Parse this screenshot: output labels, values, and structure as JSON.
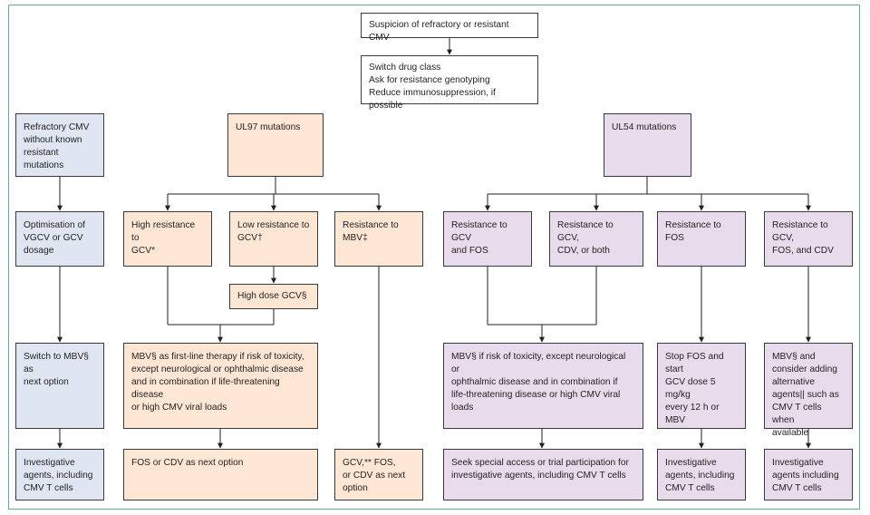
{
  "boxes": {
    "suspicion": "Suspicion of refractory or resistant CMV",
    "switch_class": "Switch drug class\nAsk for resistance genotyping\nReduce immunosuppression, if possible",
    "refractory": "Refractory CMV\nwithout known\nresistant\nmutations",
    "ul97": "UL97 mutations",
    "ul54": "UL54 mutations",
    "optimisation": "Optimisation of\nVGCV or GCV\ndosage",
    "high_res_gcv": "High resistance to\nGCV*",
    "low_res_gcv": "Low resistance to\nGCV†",
    "res_mbv": "Resistance to\nMBV‡",
    "res_gcv_fos": "Resistance to GCV\nand FOS",
    "res_gcv_cdv": "Resistance to GCV,\nCDV, or both",
    "res_fos": "Resistance to FOS",
    "res_gcv_fos_cdv": "Resistance to GCV,\nFOS, and CDV",
    "high_dose": "High dose GCV§",
    "switch_mbv": "Switch to MBV§ as\nnext option",
    "mbv_first_line": "MBV§ as first-line therapy if risk of toxicity,\nexcept neurological or ophthalmic disease\nand in combination if life-threatening disease\nor high CMV viral loads",
    "mbv_risk": "MBV§ if risk of toxicity, except neurological or\nophthalmic disease and in combination if\nlife-threatening disease or high CMV viral\nloads",
    "stop_fos": "Stop FOS and start\nGCV dose 5 mg/kg\nevery 12 h or MBV",
    "mbv_consider": "MBV§ and\nconsider adding\nalternative\nagents|| such as\nCMV T cells when\navailable",
    "inv_left": "Investigative\nagents, including\nCMV T cells",
    "fos_cdv": "FOS or CDV as next option",
    "gcv_fos_cdv": "GCV,** FOS,\nor CDV as next\noption",
    "seek_special": "Seek special access or trial participation for\ninvestigative agents, including CMV T cells",
    "inv_fos": "Investigative\nagents, including\nCMV T cells",
    "inv_right": "Investigative\nagents including\nCMV T cells"
  },
  "colors": {
    "frame": "#5fb38f",
    "blue": "#dfe5f1",
    "orange": "#fde6d4",
    "purple": "#e8dcec",
    "line": "#231f20"
  }
}
